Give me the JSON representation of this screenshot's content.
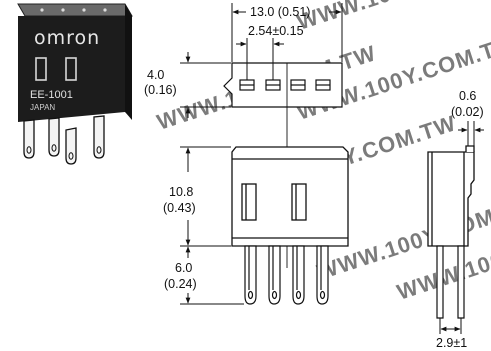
{
  "photo": {
    "logo": "omron",
    "model": "EE-1001",
    "origin": "JAPAN"
  },
  "dimensions": {
    "overall_width": "13.0 (0.51)",
    "pin_pitch": "2.54±0.15",
    "head_depth_mm": "4.0",
    "head_depth_in": "(0.16)",
    "side_thickness_mm": "0.6",
    "side_thickness_in": "(0.02)",
    "body_height_mm": "10.8",
    "body_height_in": "(0.43)",
    "pin_length_mm": "6.0",
    "pin_length_in": "(0.24)",
    "pin_spacing_side": "2.9±1"
  },
  "watermark": "WWW.100Y.COM.TW",
  "colors": {
    "ink": "#111111",
    "watermark": "#c4c4c4",
    "photo_body": "#1c1c1c"
  }
}
